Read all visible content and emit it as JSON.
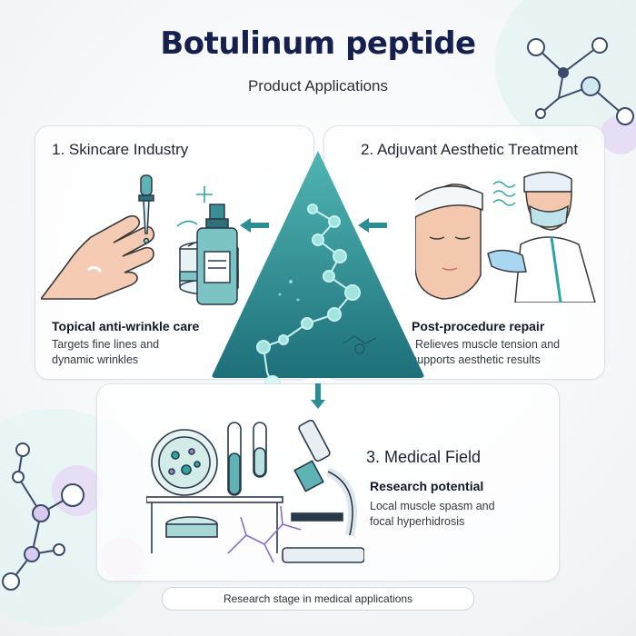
{
  "header": {
    "title": "Botulinum peptide",
    "subtitle": "Product Applications"
  },
  "cards": {
    "skincare": {
      "title": "1. Skincare Industry",
      "subtitle": "Topical anti-wrinkle care",
      "desc_line1": "Targets fine lines and",
      "desc_line2": "dynamic wrinkles"
    },
    "aesthetic": {
      "title": "2. Adjuvant Aesthetic Treatment",
      "subtitle": "Post-procedure repair",
      "desc_line1": "Relieves muscle tension and",
      "desc_line2": "supports aesthetic results"
    },
    "medical": {
      "title": "3. Medical Field",
      "subtitle": "Research potential",
      "desc_line1": "Local muscle spasm and",
      "desc_line2": "focal hyperhidrosis"
    }
  },
  "footer": {
    "note": "Research stage in medical applications"
  },
  "colors": {
    "title": "#16204f",
    "teal": "#2aa7a5",
    "teal_dark": "#1f7a84",
    "lavender": "#c9b8e6",
    "mint": "#bfe6e4"
  },
  "icons": [
    "hand-icon",
    "dropper-icon",
    "cream-jar-icon",
    "serum-bottle-icon",
    "sparkle-icon",
    "molecule-icon",
    "face-icon",
    "practitioner-icon",
    "petri-dish-icon",
    "test-tube-icon",
    "microscope-icon",
    "neuron-icon",
    "arrow-left-icon",
    "arrow-down-icon"
  ]
}
